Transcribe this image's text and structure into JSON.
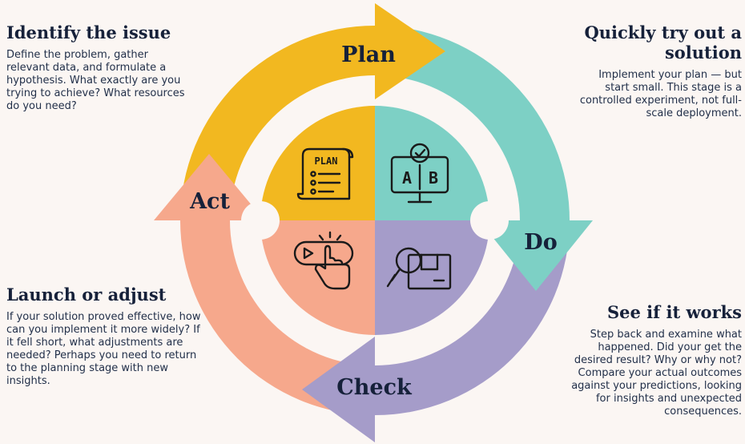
{
  "colors": {
    "background": "#fbf6f3",
    "plan": "#f2b820",
    "do": "#7dd0c5",
    "check": "#a59cc9",
    "act": "#f6a88c",
    "text": "#16213a"
  },
  "cycle": {
    "plan": "Plan",
    "do": "Do",
    "check": "Check",
    "act": "Act"
  },
  "icons": {
    "plan": {
      "name": "plan-scroll-icon",
      "text": "PLAN"
    },
    "do": {
      "name": "ab-test-monitor-icon",
      "a": "A",
      "b": "B"
    },
    "check": {
      "name": "magnifier-box-icon"
    },
    "act": {
      "name": "click-hand-icon"
    }
  },
  "panels": {
    "top_left": {
      "title": "Identify the issue",
      "body": "Define the problem, gather relevant data, and formulate a hypothesis. What exactly are you trying to achieve? What resources do you need?"
    },
    "top_right": {
      "title": "Quickly try out a solution",
      "body": "Implement your plan — but start small. This stage is a controlled experiment, not full-scale deployment."
    },
    "bottom_left": {
      "title": "Launch or adjust",
      "body": "If your solution proved effective, how can you implement it more widely? If it fell short, what adjustments are needed? Perhaps you need to return to the planning stage with new insights."
    },
    "bottom_right": {
      "title": "See if it works",
      "body": "Step back and examine what happened. Did your get the desired result? Why or why not? Compare your actual outcomes against your predictions, looking for insights and unexpected consequences."
    }
  }
}
